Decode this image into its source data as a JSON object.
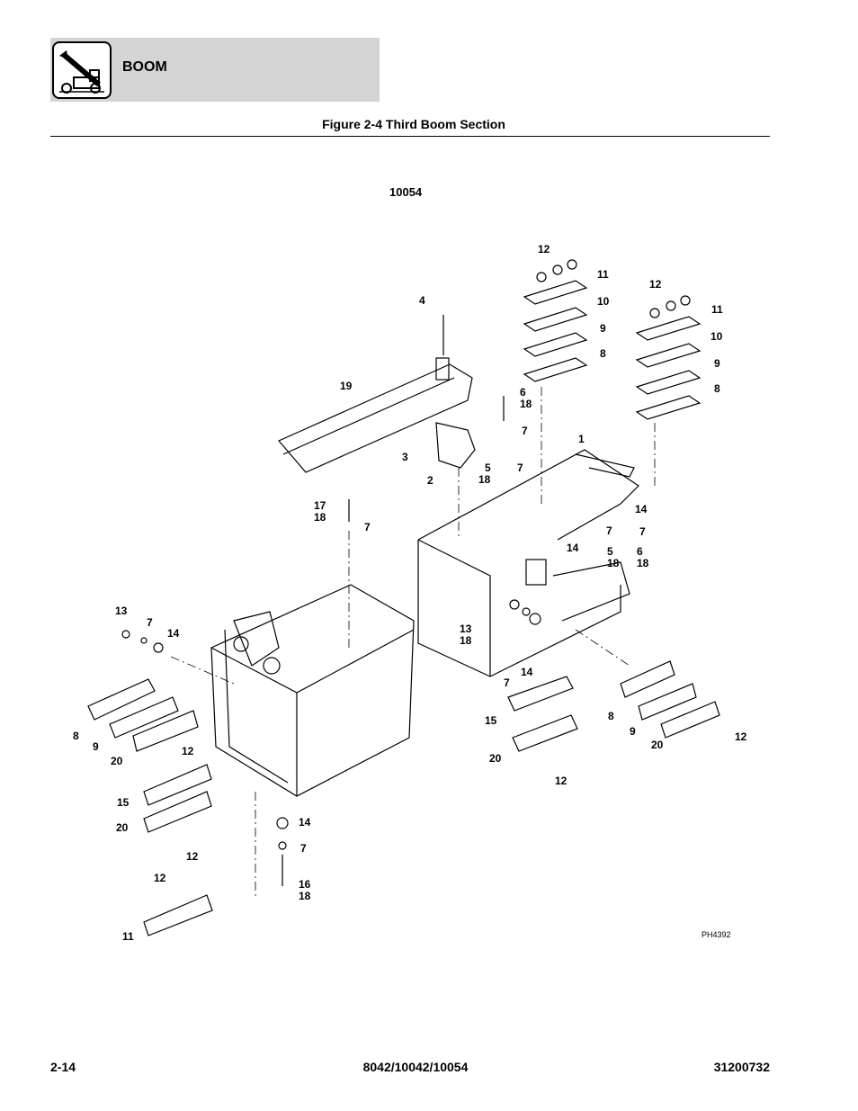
{
  "header": {
    "section_title": "BOOM",
    "icon": "telehandler-icon"
  },
  "figure": {
    "title": "Figure 2-4 Third Boom Section",
    "model": "10054",
    "drawing_id": "PH4392"
  },
  "callouts": [
    {
      "id": "c-12a",
      "text": "12"
    },
    {
      "id": "c-11a",
      "text": "11"
    },
    {
      "id": "c-10a",
      "text": "10"
    },
    {
      "id": "c-9a",
      "text": "9"
    },
    {
      "id": "c-8a",
      "text": "8"
    },
    {
      "id": "c-12b",
      "text": "12"
    },
    {
      "id": "c-11b",
      "text": "11"
    },
    {
      "id": "c-10b",
      "text": "10"
    },
    {
      "id": "c-9b",
      "text": "9"
    },
    {
      "id": "c-8b",
      "text": "8"
    },
    {
      "id": "c-4",
      "text": "4"
    },
    {
      "id": "c-19",
      "text": "19"
    },
    {
      "id": "c-6a",
      "text": "6"
    },
    {
      "id": "c-18a",
      "text": "18"
    },
    {
      "id": "c-7a",
      "text": "7"
    },
    {
      "id": "c-3",
      "text": "3"
    },
    {
      "id": "c-2",
      "text": "2"
    },
    {
      "id": "c-1",
      "text": "1"
    },
    {
      "id": "c-5a",
      "text": "5"
    },
    {
      "id": "c-18b",
      "text": "18"
    },
    {
      "id": "c-7b",
      "text": "7"
    },
    {
      "id": "c-17",
      "text": "17"
    },
    {
      "id": "c-18c",
      "text": "18"
    },
    {
      "id": "c-7c",
      "text": "7"
    },
    {
      "id": "c-14a",
      "text": "14"
    },
    {
      "id": "c-7d",
      "text": "7"
    },
    {
      "id": "c-7e",
      "text": "7"
    },
    {
      "id": "c-14b",
      "text": "14"
    },
    {
      "id": "c-5b",
      "text": "5"
    },
    {
      "id": "c-18d",
      "text": "18"
    },
    {
      "id": "c-6b",
      "text": "6"
    },
    {
      "id": "c-18e",
      "text": "18"
    },
    {
      "id": "c-13a",
      "text": "13"
    },
    {
      "id": "c-7f",
      "text": "7"
    },
    {
      "id": "c-14c",
      "text": "14"
    },
    {
      "id": "c-13b",
      "text": "13"
    },
    {
      "id": "c-18f",
      "text": "18"
    },
    {
      "id": "c-7g",
      "text": "7"
    },
    {
      "id": "c-14d",
      "text": "14"
    },
    {
      "id": "c-8c",
      "text": "8"
    },
    {
      "id": "c-9c",
      "text": "9"
    },
    {
      "id": "c-20a",
      "text": "20"
    },
    {
      "id": "c-12c",
      "text": "12"
    },
    {
      "id": "c-15a",
      "text": "15"
    },
    {
      "id": "c-20b",
      "text": "20"
    },
    {
      "id": "c-12d",
      "text": "12"
    },
    {
      "id": "c-14e",
      "text": "14"
    },
    {
      "id": "c-7h",
      "text": "7"
    },
    {
      "id": "c-16",
      "text": "16"
    },
    {
      "id": "c-18g",
      "text": "18"
    },
    {
      "id": "c-12e",
      "text": "12"
    },
    {
      "id": "c-11c",
      "text": "11"
    },
    {
      "id": "c-15b",
      "text": "15"
    },
    {
      "id": "c-20c",
      "text": "20"
    },
    {
      "id": "c-12f",
      "text": "12"
    },
    {
      "id": "c-8d",
      "text": "8"
    },
    {
      "id": "c-9d",
      "text": "9"
    },
    {
      "id": "c-20d",
      "text": "20"
    },
    {
      "id": "c-12g",
      "text": "12"
    }
  ],
  "footer": {
    "page": "2-14",
    "models": "8042/10042/10054",
    "doc_number": "31200732"
  }
}
